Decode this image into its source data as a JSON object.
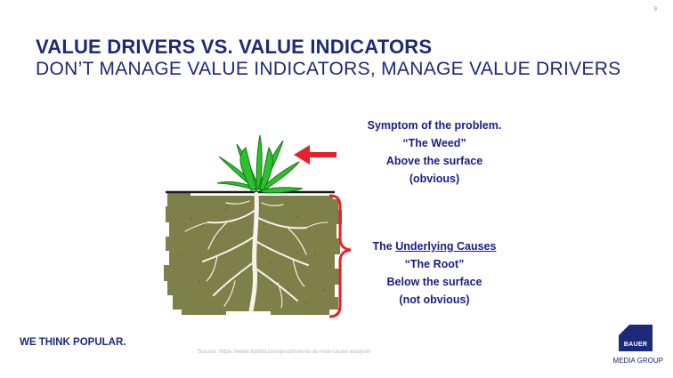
{
  "slide": {
    "page_number": "9",
    "title": "VALUE DRIVERS VS. VALUE INDICATORS",
    "subtitle": "DON’T MANAGE VALUE INDICATORS, MANAGE VALUE DRIVERS"
  },
  "figure": {
    "symptom": {
      "line1": "Symptom of the problem.",
      "line2": "“The Weed”",
      "line3": "Above the surface",
      "line4": "(obvious)"
    },
    "causes": {
      "prefix": "The ",
      "underlined": "Underlying Causes",
      "line2": "“The Root”",
      "line3": "Below the surface",
      "line4": "(not obvious)"
    },
    "colors": {
      "soil": "#7e8049",
      "leaf": "#2fc02f",
      "arrow": "#e8202a",
      "brace": "#e8202a",
      "root": "#f4f4ea"
    }
  },
  "footer": {
    "tagline": "WE THINK POPULAR.",
    "source": "Source:  https://www.fqmltd.com/post/how-to-do-root-cause-analysis",
    "logo_word": "BAUER",
    "logo_sub": "MEDIA GROUP"
  }
}
